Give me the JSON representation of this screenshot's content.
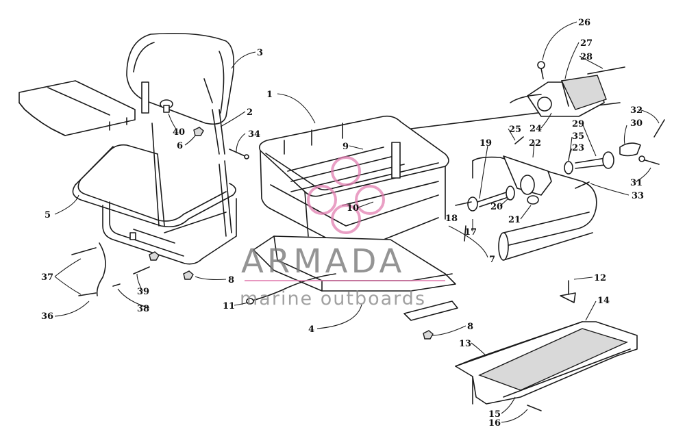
{
  "watermark": {
    "brand": "ARMADA",
    "tagline": "marine outboards",
    "logo_color": "#e27fb1",
    "text_color": "#7a7a7a"
  },
  "callouts": [
    {
      "id": "c1",
      "label": "1"
    },
    {
      "id": "c2",
      "label": "2"
    },
    {
      "id": "c3",
      "label": "3"
    },
    {
      "id": "c4",
      "label": "4"
    },
    {
      "id": "c5",
      "label": "5"
    },
    {
      "id": "c6",
      "label": "6"
    },
    {
      "id": "c7",
      "label": "7"
    },
    {
      "id": "c8a",
      "label": "8"
    },
    {
      "id": "c8b",
      "label": "8"
    },
    {
      "id": "c9",
      "label": "9"
    },
    {
      "id": "c10",
      "label": "10"
    },
    {
      "id": "c11",
      "label": "11"
    },
    {
      "id": "c12",
      "label": "12"
    },
    {
      "id": "c13",
      "label": "13"
    },
    {
      "id": "c14",
      "label": "14"
    },
    {
      "id": "c15",
      "label": "15"
    },
    {
      "id": "c16",
      "label": "16"
    },
    {
      "id": "c17",
      "label": "17"
    },
    {
      "id": "c18",
      "label": "18"
    },
    {
      "id": "c19",
      "label": "19"
    },
    {
      "id": "c20",
      "label": "20"
    },
    {
      "id": "c21",
      "label": "21"
    },
    {
      "id": "c22",
      "label": "22"
    },
    {
      "id": "c23",
      "label": "23"
    },
    {
      "id": "c24",
      "label": "24"
    },
    {
      "id": "c25",
      "label": "25"
    },
    {
      "id": "c26",
      "label": "26"
    },
    {
      "id": "c27",
      "label": "27"
    },
    {
      "id": "c28",
      "label": "28"
    },
    {
      "id": "c29",
      "label": "29"
    },
    {
      "id": "c30",
      "label": "30"
    },
    {
      "id": "c31",
      "label": "31"
    },
    {
      "id": "c32",
      "label": "32"
    },
    {
      "id": "c33",
      "label": "33"
    },
    {
      "id": "c34",
      "label": "34"
    },
    {
      "id": "c35",
      "label": "35"
    },
    {
      "id": "c36",
      "label": "36"
    },
    {
      "id": "c37",
      "label": "37"
    },
    {
      "id": "c38",
      "label": "38"
    },
    {
      "id": "c39",
      "label": "39"
    },
    {
      "id": "c40",
      "label": "40"
    }
  ]
}
